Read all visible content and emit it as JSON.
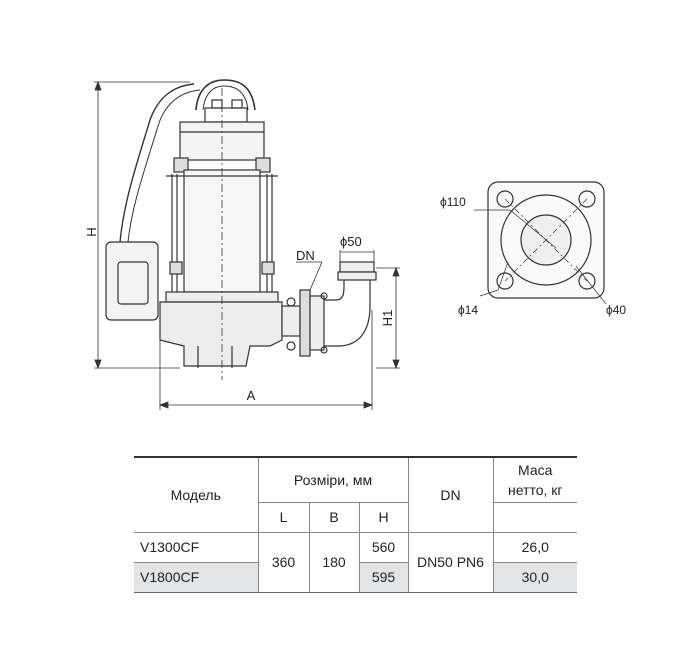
{
  "drawing": {
    "dims": {
      "H": "H",
      "H1": "H1",
      "A": "A",
      "DN": "DN",
      "outlet_diameter": "ϕ50",
      "flange_outer": "ϕ110",
      "bolt_hole": "ϕ14",
      "bore": "ϕ40"
    }
  },
  "table": {
    "header": {
      "model": "Модель",
      "dimensions": "Розміри, мм",
      "dn": "DN",
      "mass_line1": "Маса",
      "mass_line2": "нетто, кг",
      "L": "L",
      "B": "B",
      "H": "H"
    },
    "rows": [
      {
        "model": "V1300CF",
        "H": "560",
        "mass": "26,0"
      },
      {
        "model": "V1800CF",
        "H": "595",
        "mass": "30,0"
      }
    ],
    "shared": {
      "L": "360",
      "B": "180",
      "dn": "DN50 PN6"
    }
  }
}
